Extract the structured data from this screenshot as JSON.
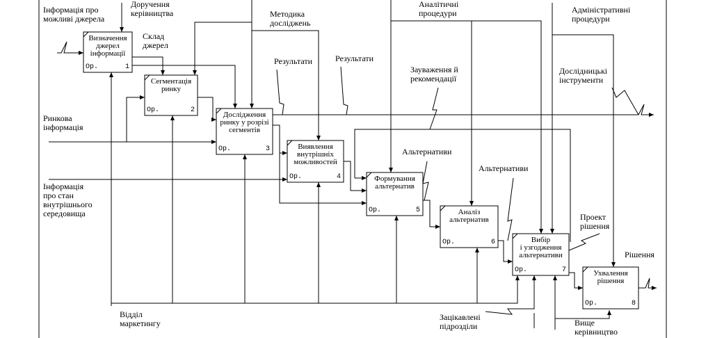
{
  "boxes": [
    {
      "id": "b1",
      "title": [
        "Визначення",
        "джерел",
        "інформації"
      ],
      "op": "Ор.",
      "num": "1"
    },
    {
      "id": "b2",
      "title": [
        "Сегментація",
        "ринку"
      ],
      "op": "Ор.",
      "num": "2"
    },
    {
      "id": "b3",
      "title": [
        "Дослідження",
        "ринку у розрізі",
        "сегментів"
      ],
      "op": "Ор.",
      "num": "3"
    },
    {
      "id": "b4",
      "title": [
        "Виявлення",
        "внутрішніх",
        "можливостей"
      ],
      "op": "Ор.",
      "num": "4"
    },
    {
      "id": "b5",
      "title": [
        "Формування",
        "альтернатив"
      ],
      "op": "Ор.",
      "num": "5"
    },
    {
      "id": "b6",
      "title": [
        "Аналіз",
        "альтернатив"
      ],
      "op": "Ор.",
      "num": "6"
    },
    {
      "id": "b7",
      "title": [
        "Вибір",
        "і узгодження",
        "альтернативи"
      ],
      "op": "Ор.",
      "num": "7"
    },
    {
      "id": "b8",
      "title": [
        "Ухвалення",
        "рішення"
      ],
      "op": "Ор.",
      "num": "8"
    }
  ],
  "labels": [
    {
      "id": "inf-dzherela",
      "lines": [
        "Інформація про",
        "можливі джерела"
      ]
    },
    {
      "id": "doruchennia",
      "lines": [
        "Доручення",
        "керівництва"
      ]
    },
    {
      "id": "metodyka",
      "lines": [
        "Методика",
        "досліджень"
      ]
    },
    {
      "id": "analitychni",
      "lines": [
        "Аналітичні",
        "процедури"
      ]
    },
    {
      "id": "administratyvni",
      "lines": [
        "Адміністративні",
        "процедури"
      ]
    },
    {
      "id": "sklad",
      "lines": [
        "Склад",
        "джерел"
      ]
    },
    {
      "id": "rezultaty1",
      "lines": [
        "Результати"
      ]
    },
    {
      "id": "rezultaty2",
      "lines": [
        "Результати"
      ]
    },
    {
      "id": "zauvazhennia",
      "lines": [
        "Зауваження й",
        "рекомендації"
      ]
    },
    {
      "id": "doslidnytski",
      "lines": [
        "Дослідницькі",
        "інструменти"
      ]
    },
    {
      "id": "rynkova",
      "lines": [
        "Ринкова",
        "інформація"
      ]
    },
    {
      "id": "inf-stan",
      "lines": [
        "Інформація",
        "про стан",
        "внутрішнього",
        "середовища"
      ]
    },
    {
      "id": "alternatyvy1",
      "lines": [
        "Альтернативи"
      ]
    },
    {
      "id": "alternatyvy2",
      "lines": [
        "Альтернативи"
      ]
    },
    {
      "id": "proekt",
      "lines": [
        "Проект",
        "рішення"
      ]
    },
    {
      "id": "rishennia",
      "lines": [
        "Рішення"
      ]
    },
    {
      "id": "viddil",
      "lines": [
        "Відділ",
        "маркетингу"
      ]
    },
    {
      "id": "zatsikavleni",
      "lines": [
        "Зацікавлені",
        "підрозділи"
      ]
    },
    {
      "id": "vyshche",
      "lines": [
        "Вище",
        "керівництво"
      ]
    }
  ]
}
